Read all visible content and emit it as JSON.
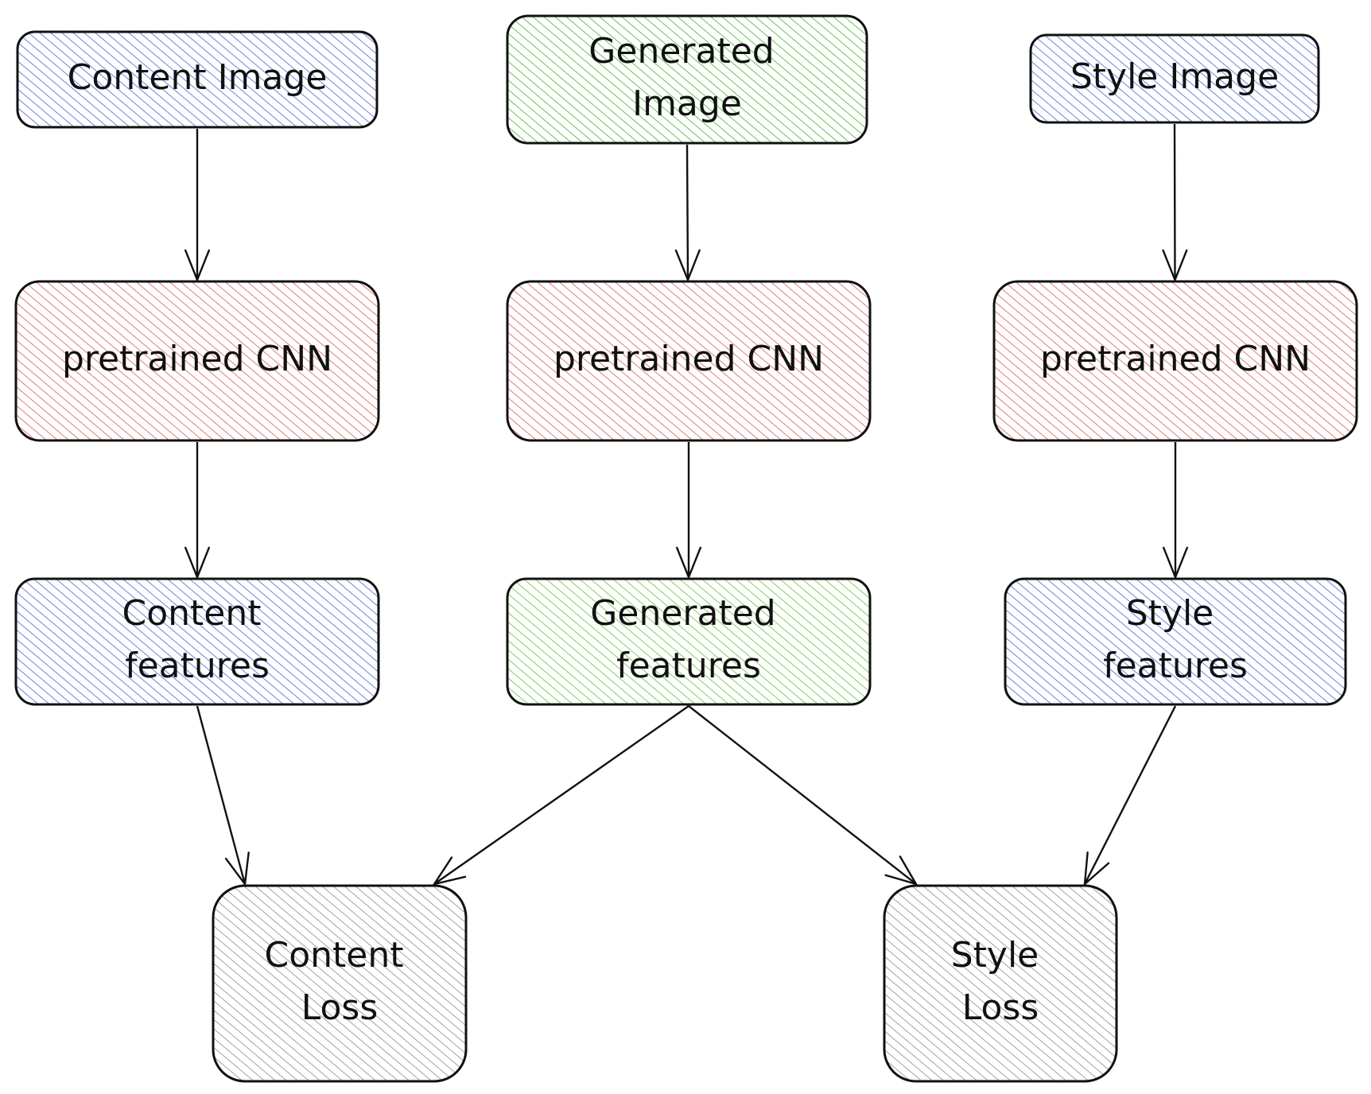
{
  "colors": {
    "blue": "#4a63d8",
    "green": "#40b52b",
    "green_light": "#62c23a",
    "red": "#e05858",
    "gray": "#8a8a8a",
    "stroke": "#111111"
  },
  "nodes": {
    "content_image": {
      "lines": [
        "Content Image"
      ],
      "fill": "blue"
    },
    "generated_image": {
      "lines": [
        "Generated",
        "Image"
      ],
      "fill": "green"
    },
    "style_image": {
      "lines": [
        "Style Image"
      ],
      "fill": "blue"
    },
    "cnn_content": {
      "lines": [
        "pretrained CNN"
      ],
      "fill": "red"
    },
    "cnn_generated": {
      "lines": [
        "pretrained CNN"
      ],
      "fill": "red"
    },
    "cnn_style": {
      "lines": [
        "pretrained CNN"
      ],
      "fill": "red"
    },
    "content_features": {
      "lines": [
        "Content",
        "features"
      ],
      "fill": "blue"
    },
    "generated_features": {
      "lines": [
        "Generated",
        "features"
      ],
      "fill": "green_light"
    },
    "style_features": {
      "lines": [
        "Style",
        "features"
      ],
      "fill": "blue"
    },
    "content_loss": {
      "lines": [
        "Content",
        "Loss"
      ],
      "fill": "gray"
    },
    "style_loss": {
      "lines": [
        "Style",
        "Loss"
      ],
      "fill": "gray"
    }
  },
  "edges": [
    {
      "from": "content_image",
      "to": "cnn_content"
    },
    {
      "from": "generated_image",
      "to": "cnn_generated"
    },
    {
      "from": "style_image",
      "to": "cnn_style"
    },
    {
      "from": "cnn_content",
      "to": "content_features"
    },
    {
      "from": "cnn_generated",
      "to": "generated_features"
    },
    {
      "from": "cnn_style",
      "to": "style_features"
    },
    {
      "from": "content_features",
      "to": "content_loss"
    },
    {
      "from": "generated_features",
      "to": "content_loss"
    },
    {
      "from": "generated_features",
      "to": "style_loss"
    },
    {
      "from": "style_features",
      "to": "style_loss"
    }
  ]
}
